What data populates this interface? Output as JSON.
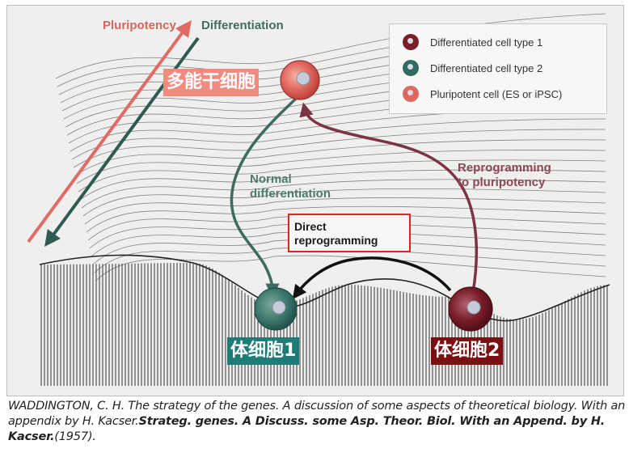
{
  "labels": {
    "pluripotency": "Pluripotency",
    "differentiation": "Differentiation",
    "normal_line1": "Normal",
    "normal_line2": "differentiation",
    "reprog_line1": "Reprogramming",
    "reprog_line2": "to pluripotency",
    "direct_line1": "Direct",
    "direct_line2": "reprogramming"
  },
  "chinese_labels": {
    "pluripotent": "多能干细胞",
    "cell1": "体细胞1",
    "cell2": "体细胞2"
  },
  "legend": {
    "items": [
      {
        "label": "Differentiated cell type 1",
        "color": "#7a1d2b"
      },
      {
        "label": "Differentiated cell type 2",
        "color": "#2f6b60"
      },
      {
        "label": "Pluripotent cell (ES or iPSC)",
        "color": "#e0675c"
      }
    ]
  },
  "caption": {
    "part1": "WADDINGTON, C. H. The strategy of the genes. A discussion of some aspects of theoretical biology. With an appendix by H. Kacser.",
    "bold": "Strateg. genes. A Discuss. some Asp. Theor. Biol. With an Append. by H. Kacser.",
    "part2": "(1957)."
  },
  "colors": {
    "pluripotency_arrow": "#df6a66",
    "differentiation_arrow": "#2e5a52",
    "normal_path": "#3d6b62",
    "reprog_path": "#7d3344",
    "direct_path": "#111111",
    "cell_pluripotent": "#e0675c",
    "cell_type1": "#3f7a6e",
    "cell_type2": "#7a1d2b"
  }
}
